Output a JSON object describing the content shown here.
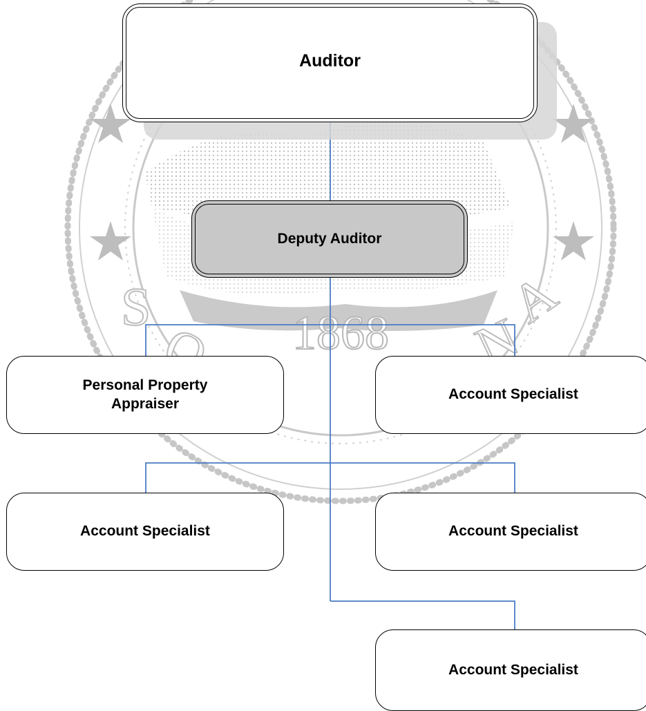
{
  "org_chart": {
    "auditor": {
      "label": "Auditor"
    },
    "deputy_auditor": {
      "label": "Deputy Auditor"
    },
    "personal_property_appraiser": {
      "label": "Personal Property\nAppraiser"
    },
    "account_specialists": [
      {
        "label": "Account Specialist"
      },
      {
        "label": "Account Specialist"
      },
      {
        "label": "Account Specialist"
      },
      {
        "label": "Account Specialist"
      }
    ]
  },
  "seal": {
    "year": "1868",
    "lettering": "SOUTH CAROLINA",
    "stars": 4
  },
  "colors": {
    "connector": "#4a7bc4",
    "deputy_fill": "#c8c8c8",
    "seal_gray": "#bdbdbd",
    "auditor_shadow": "#d6d6d6"
  }
}
